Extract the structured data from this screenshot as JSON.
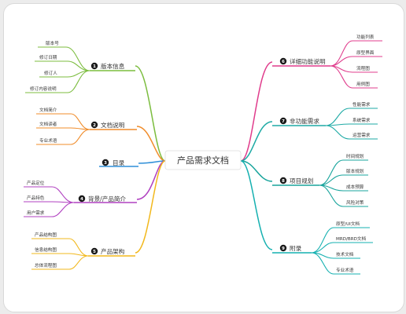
{
  "center": "产品需求文档",
  "colors": {
    "green": "#7cbd3f",
    "orange": "#f08c2a",
    "blue": "#2f8fd8",
    "purple": "#b040c0",
    "yellow": "#f2b81c",
    "pink": "#e03c8c",
    "teal1": "#1eaaa5",
    "teal2": "#18a49c",
    "teal3": "#14b0b0",
    "badge": "#1a1a1a"
  },
  "branches": {
    "b1": {
      "num": "1",
      "label": "版本信息",
      "leaves": [
        "版本号",
        "修订日期",
        "修订人",
        "修订内容说明"
      ]
    },
    "b2": {
      "num": "2",
      "label": "文档说明",
      "leaves": [
        "文档简介",
        "文档读者",
        "专业术语"
      ]
    },
    "b3": {
      "num": "3",
      "label": "目录",
      "leaves": []
    },
    "b4": {
      "num": "4",
      "label": "背景/产品简介",
      "leaves": [
        "产品定位",
        "产品特色",
        "用户需求"
      ]
    },
    "b5": {
      "num": "5",
      "label": "产品架构",
      "leaves": [
        "产品结构图",
        "信息结构图",
        "总体流程图"
      ]
    },
    "b6": {
      "num": "6",
      "label": "详细功能说明",
      "leaves": [
        "功能列表",
        "原型界面",
        "流程图",
        "用例图"
      ]
    },
    "b7": {
      "num": "7",
      "label": "非功能需求",
      "leaves": [
        "性能需求",
        "系统需求",
        "运营需求"
      ]
    },
    "b8": {
      "num": "8",
      "label": "项目规划",
      "leaves": [
        "时间规划",
        "版本规划",
        "成本预算",
        "风险对策"
      ]
    },
    "b9": {
      "num": "9",
      "label": "附录",
      "leaves": [
        "原型/UI文档",
        "MRD/BRD文档",
        "技术文档",
        "专业术语"
      ]
    }
  }
}
